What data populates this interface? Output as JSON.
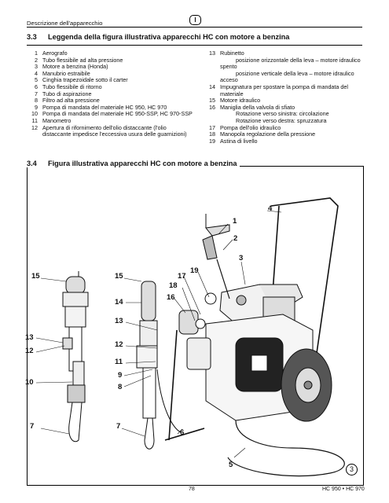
{
  "header": {
    "section_label": "Descrizione dell'apparecchio",
    "language_tab": "I"
  },
  "section_33": {
    "number": "3.3",
    "title": "Leggenda della figura illustrativa apparecchi HC con motore a benzina",
    "left_items": [
      {
        "num": "1",
        "text": "Aerografo"
      },
      {
        "num": "2",
        "text": "Tubo flessibile ad alta pressione"
      },
      {
        "num": "3",
        "text": "Motore a benzina (Honda)"
      },
      {
        "num": "4",
        "text": "Manubrio estraibile"
      },
      {
        "num": "5",
        "text": "Cinghia trapezoidale sotto il carter"
      },
      {
        "num": "6",
        "text": "Tubo flessibile di ritorno"
      },
      {
        "num": "7",
        "text": "Tubo di aspirazione"
      },
      {
        "num": "8",
        "text": "Filtro ad alta pressione"
      },
      {
        "num": "9",
        "text": "Pompa di mandata del materiale HC 950, HC 970"
      },
      {
        "num": "10",
        "text": "Pompa di mandata del materiale HC 950-SSP, HC 970-SSP"
      },
      {
        "num": "11",
        "text": "Manometro"
      },
      {
        "num": "12",
        "text": "Apertura di rifornimento dell'olio distaccante (l'olio"
      },
      {
        "num": "",
        "text": "distaccante impedisce l'eccessiva usura delle guarnizioni)"
      }
    ],
    "right_items": [
      {
        "num": "13",
        "text": "Rubinetto",
        "sub": false
      },
      {
        "num": "",
        "text": "posizione orizzontale della leva – motore idraulico spento",
        "sub": true
      },
      {
        "num": "",
        "text": "posizione verticale della leva – motore idraulico acceso",
        "sub": true
      },
      {
        "num": "14",
        "text": "Impugnatura per spostare la pompa di mandata del materiale",
        "sub": false
      },
      {
        "num": "15",
        "text": "Motore idraulico",
        "sub": false
      },
      {
        "num": "16",
        "text": "Maniglia della valvola di sfiato",
        "sub": false
      },
      {
        "num": "",
        "text": "Rotazione verso sinistra: circolazione",
        "sub": true
      },
      {
        "num": "",
        "text": "Rotazione verso destra: spruzzatura",
        "sub": true
      },
      {
        "num": "17",
        "text": "Pompa dell'olio idraulico",
        "sub": false
      },
      {
        "num": "18",
        "text": "Manopola regolazione della pressione",
        "sub": false
      },
      {
        "num": "19",
        "text": "Astina di livello",
        "sub": false
      }
    ]
  },
  "section_34": {
    "number": "3.4",
    "title": "Figura illustrativa apparecchi HC con motore a benzina"
  },
  "figure": {
    "callouts": {
      "c1": "1",
      "c2": "2",
      "c3": "3",
      "c4": "4",
      "c5": "5",
      "c6": "6",
      "c7a": "7",
      "c7b": "7",
      "c8": "8",
      "c9": "9",
      "c10": "10",
      "c11": "11",
      "c12a": "12",
      "c12b": "12",
      "c13a": "13",
      "c13b": "13",
      "c14": "14",
      "c15a": "15",
      "c15b": "15",
      "c16": "16",
      "c17": "17",
      "c18": "18",
      "c19": "19"
    },
    "figure_number": "3"
  },
  "footer": {
    "page_number": "78",
    "models": "HC 950 • HC 970"
  }
}
